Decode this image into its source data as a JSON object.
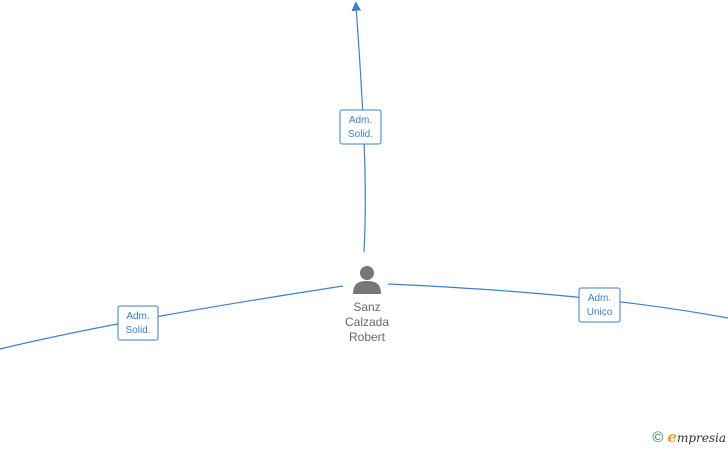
{
  "person": {
    "name_lines": [
      "Sanz",
      "Calzada",
      "Robert"
    ],
    "icon": "person-icon",
    "color": "#777777"
  },
  "edges": [
    {
      "id": "up",
      "label_lines": [
        "Adm.",
        "Solid."
      ]
    },
    {
      "id": "left",
      "label_lines": [
        "Adm.",
        "Solid."
      ]
    },
    {
      "id": "right",
      "label_lines": [
        "Adm.",
        "Unico"
      ]
    }
  ],
  "colors": {
    "edge": "#3a7fd5",
    "label_text": "#3a7fd5"
  },
  "watermark": {
    "copyright": "©",
    "brand_initial": "e",
    "brand_rest": "mpresia"
  }
}
